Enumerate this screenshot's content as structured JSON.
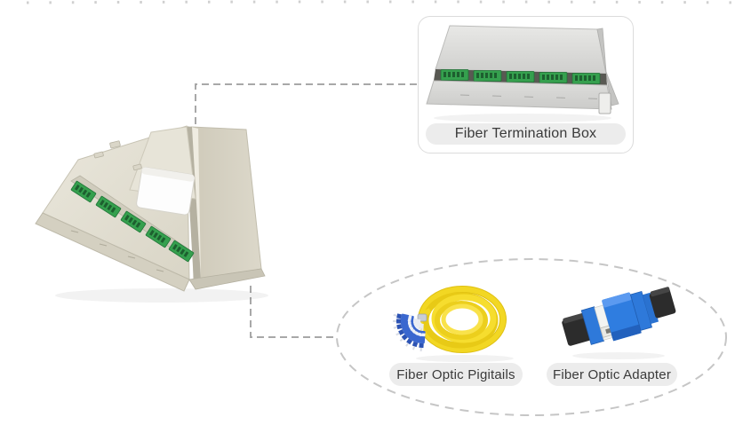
{
  "labels": {
    "termination_box": "Fiber Termination Box",
    "pigtails": "Fiber Optic Pigitails",
    "adapter": "Fiber Optic Adapter"
  },
  "images": {
    "main": "open-fiber-termination-box-photo",
    "callout": "closed-fiber-termination-box-photo",
    "pigtails": "yellow-fiber-pigtail-coil-photo",
    "adapter": "blue-sc-adapter-photo"
  },
  "colors": {
    "background": "#ffffff",
    "callout_border": "#dcdcdc",
    "label_pill_bg": "#ececec",
    "label_text": "#3a3a3a",
    "connector_line": "#a8a8a8",
    "group_ellipse": "#c6c6c6",
    "top_clipped_dashes": "#d0d0d0",
    "adapter_strip_green": "#35a04e",
    "pigtail_yellow": "#f2d723",
    "adapter_blue": "#2f7de0",
    "box_beige": "#e0dcce",
    "chassis_gray": "#d8d8d6"
  }
}
